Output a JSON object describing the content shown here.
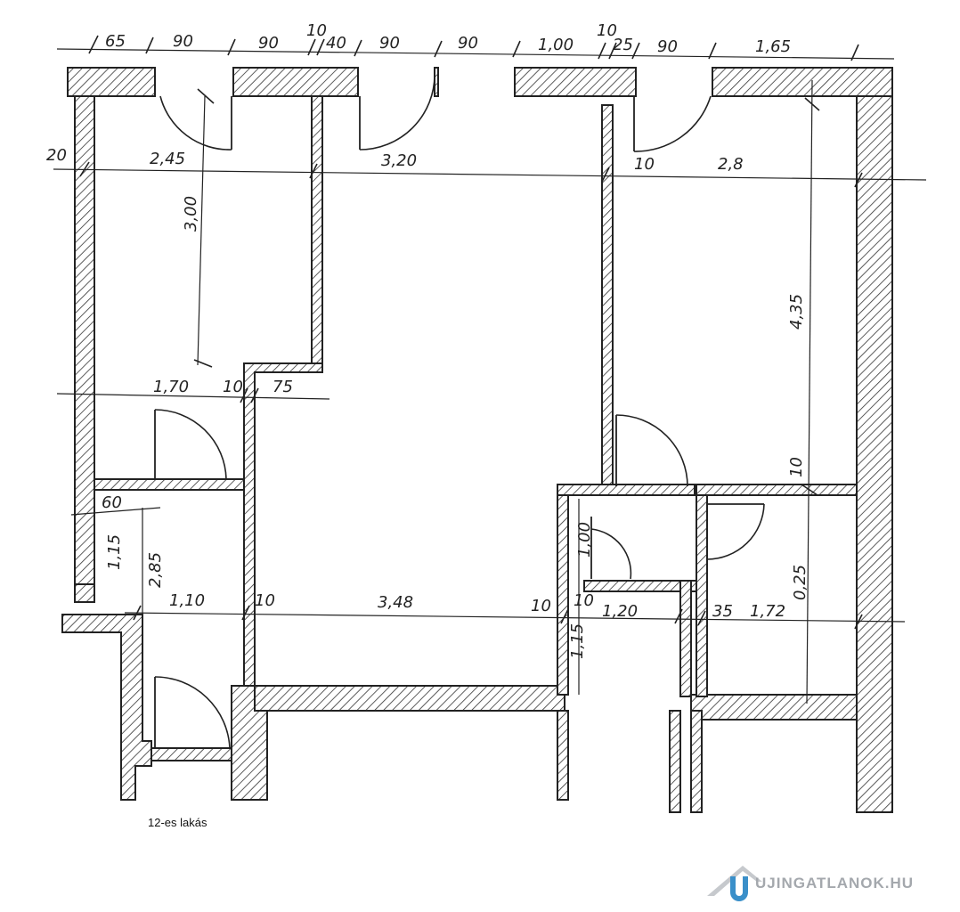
{
  "caption": "12-es lakás",
  "watermark": "UJINGATLANOK.HU",
  "colors": {
    "ink": "#222222",
    "watermark": "#a4a8ad",
    "watermark_accent": "#3a8fc9"
  },
  "top_dimensions": [
    "65",
    "90",
    "90",
    "10",
    "40",
    "90",
    "90",
    "1,00",
    "10",
    "25",
    "90",
    "1,65"
  ],
  "upper_row_dimensions": [
    "20",
    "2,45",
    "3,20",
    "10",
    "2,8"
  ],
  "middle_dimensions": [
    "1,70",
    "10",
    "75",
    "60"
  ],
  "lower_row_dimensions": [
    "1,10",
    "10",
    "3,48",
    "10",
    "10",
    "1,20",
    "35",
    "1,72"
  ],
  "vertical_dimensions": [
    "3,00",
    "4,35",
    "10",
    "1,15",
    "2,85",
    "1,00",
    "0,25",
    "1,15"
  ]
}
